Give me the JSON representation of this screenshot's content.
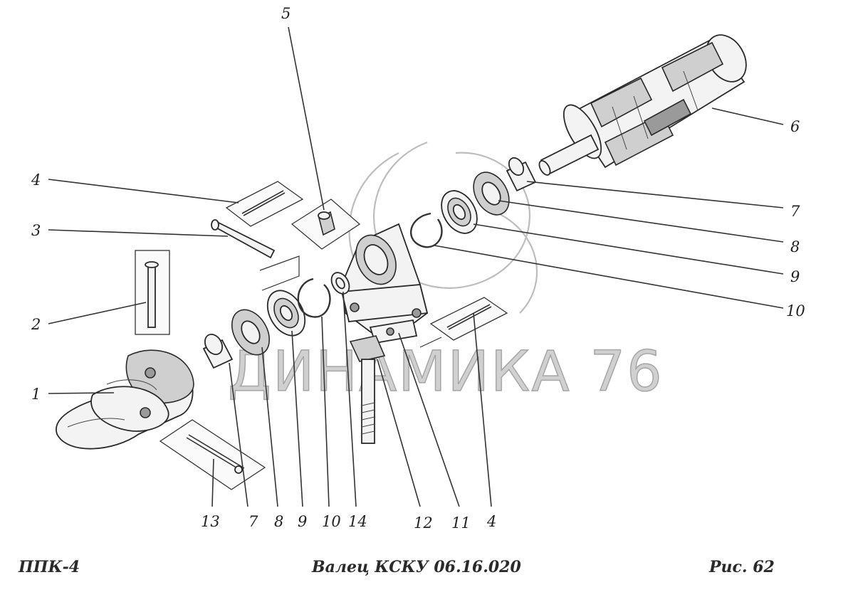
{
  "watermark": {
    "text": "ДИНАМИКА 76"
  },
  "footer": {
    "left": "ППК-4",
    "center": "Валец КСКУ 06.16.020",
    "right": "Рис.   62"
  },
  "callouts": [
    {
      "id": "c5-top",
      "label": "5"
    },
    {
      "id": "c6",
      "label": "6"
    },
    {
      "id": "c4-left",
      "label": "4"
    },
    {
      "id": "c3",
      "label": "3"
    },
    {
      "id": "c7-right",
      "label": "7"
    },
    {
      "id": "c8-right",
      "label": "8"
    },
    {
      "id": "c9-right",
      "label": "9"
    },
    {
      "id": "c10-right",
      "label": "10"
    },
    {
      "id": "c2",
      "label": "2"
    },
    {
      "id": "c1",
      "label": "1"
    },
    {
      "id": "c13",
      "label": "13"
    },
    {
      "id": "c7-bottom",
      "label": "7"
    },
    {
      "id": "c8-bottom",
      "label": "8"
    },
    {
      "id": "c9-bottom",
      "label": "9"
    },
    {
      "id": "c10-bottom",
      "label": "10"
    },
    {
      "id": "c14",
      "label": "14"
    },
    {
      "id": "c12",
      "label": "12"
    },
    {
      "id": "c11",
      "label": "11"
    },
    {
      "id": "c4-bottom",
      "label": "4"
    }
  ]
}
